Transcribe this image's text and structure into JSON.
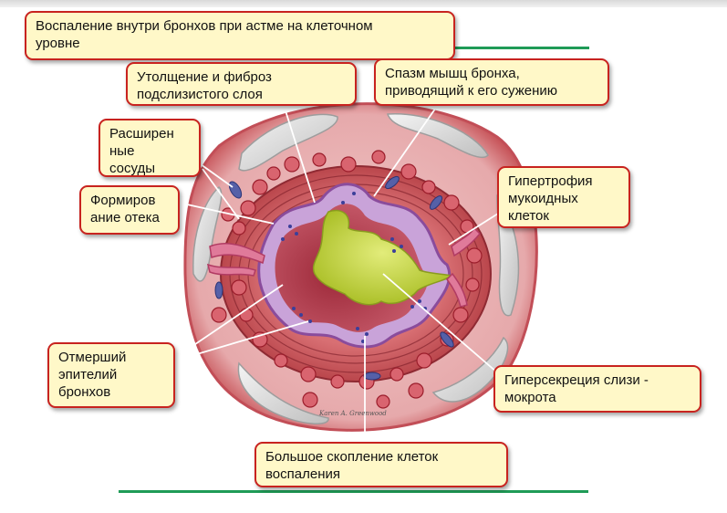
{
  "callouts": {
    "title": "Воспаление внутри бронхов при астме на клеточном\nуровне",
    "thickening": "Утолщение и фиброз\nподслизистого слоя",
    "spasm": "Спазм мышц бронха,\nприводящий к его сужению",
    "vessels": "Расширен\nные\nсосуды",
    "edema": "Формиров\nание отека",
    "hypertrophy": "Гипертрофия\nмукоидных\nклеток",
    "dead_epithelium": "Отмерший\nэпителий\nбронхов",
    "hypersecretion": "Гиперсекреция слизи -\nмокрота",
    "inflammatory_cells": "Большое скопление клеток\nвоспаления"
  },
  "colors": {
    "callout_border": "#c8231f",
    "callout_fill": "#fff8c8",
    "accent_line": "#1f9b57",
    "mucus": "#c4d43a",
    "tissue": "#e9b7b7"
  },
  "signature": "Karen A. Greenwood"
}
